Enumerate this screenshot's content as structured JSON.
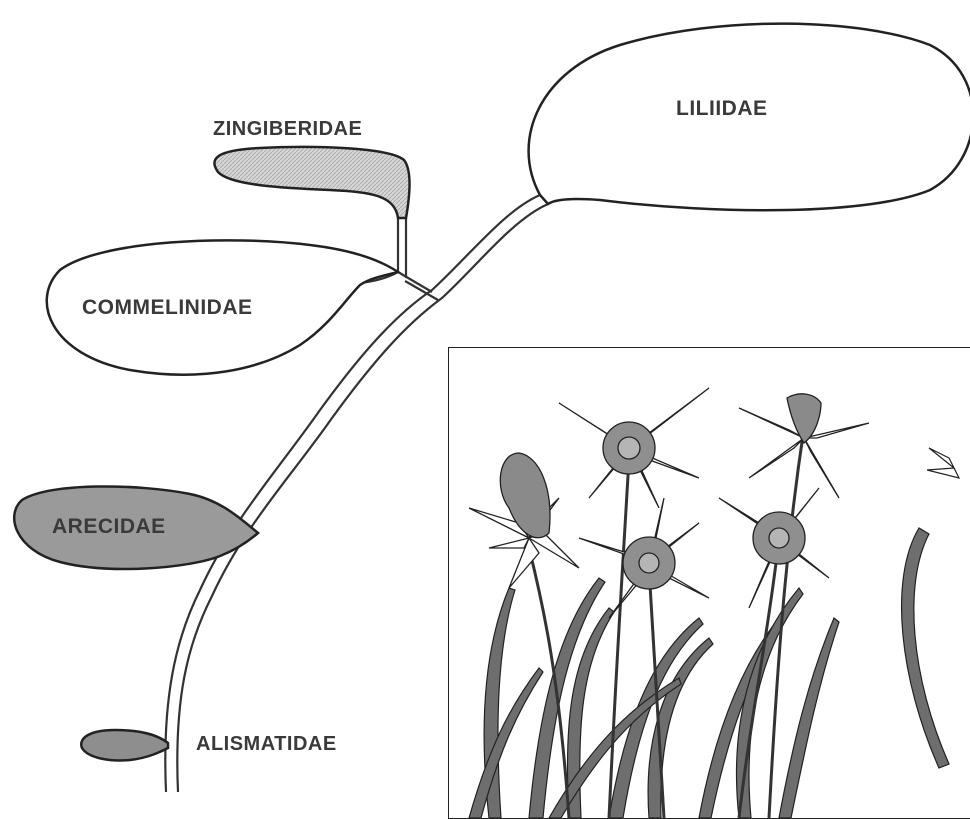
{
  "diagram": {
    "nodes": {
      "liliidae": {
        "label": "LILIIDAE",
        "fill": "#ffffff"
      },
      "zingiberidae": {
        "label": "ZINGIBERIDAE",
        "fill": "#cfcfcf"
      },
      "commelinidae": {
        "label": "COMMELINIDAE",
        "fill": "#ffffff"
      },
      "arecidae": {
        "label": "ARECIDAE",
        "fill": "#9a9a9a"
      },
      "alismatidae": {
        "label": "ALISMATIDAE",
        "fill": "#8e8e8e"
      }
    },
    "inset_illustration": "daffodil-flowers"
  }
}
